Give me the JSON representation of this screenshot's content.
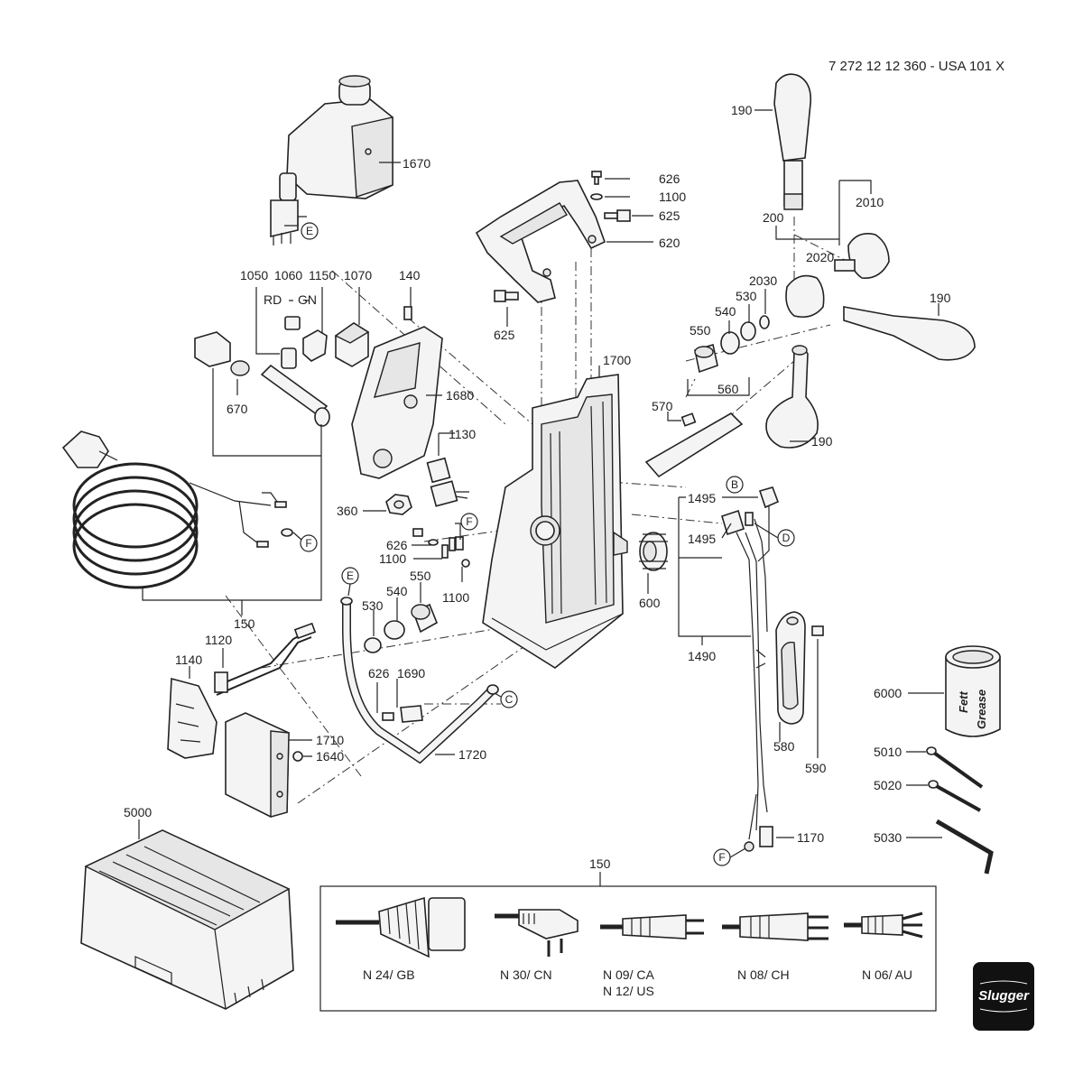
{
  "header": {
    "doc_number": "7 272 12 12 360 - USA 101 X"
  },
  "labels": {
    "l1670": "1670",
    "l626a": "626",
    "l1100a": "1100",
    "l625a": "625",
    "l620": "620",
    "l625b": "625",
    "l190a": "190",
    "l2010": "2010",
    "l200": "200",
    "l2020": "2020",
    "l2030": "2030",
    "l530a": "530",
    "l540a": "540",
    "l550a": "550",
    "l190b": "190",
    "l190c": "190",
    "l560": "560",
    "l570": "570",
    "l1050": "1050",
    "l1060": "1060",
    "l1150": "1150",
    "l1070": "1070",
    "l140": "140",
    "rd": "RD",
    "gn": "GN",
    "l670": "670",
    "l1680": "1680",
    "l1700": "1700",
    "l1130": "1130",
    "l360": "360",
    "l626b": "626",
    "l1100b": "1100",
    "l1100c": "1100",
    "l550b": "550",
    "l540b": "540",
    "l530b": "530",
    "l600": "600",
    "l1495a": "1495",
    "l1495b": "1495",
    "l1490": "1490",
    "l150a": "150",
    "l1120": "1120",
    "l1140": "1140",
    "l1710": "1710",
    "l1640": "1640",
    "l626c": "626",
    "l1690": "1690",
    "l1720": "1720",
    "l580": "580",
    "l590": "590",
    "l1170": "1170",
    "l6000": "6000",
    "l5010": "5010",
    "l5020": "5020",
    "l5030": "5030",
    "l5000": "5000",
    "l150b": "150"
  },
  "callouts": {
    "E": "E",
    "F": "F",
    "B": "B",
    "D": "D",
    "C": "C"
  },
  "grease_can": {
    "line1": "Fett",
    "line2": "Grease"
  },
  "plugs": [
    {
      "label": "N 24/ GB",
      "label2": ""
    },
    {
      "label": "N 30/ CN",
      "label2": ""
    },
    {
      "label": "N 09/ CA",
      "label2": "N 12/ US"
    },
    {
      "label": "N 08/ CH",
      "label2": ""
    },
    {
      "label": "N 06/ AU",
      "label2": ""
    }
  ],
  "logo": {
    "text": "Slugger"
  }
}
